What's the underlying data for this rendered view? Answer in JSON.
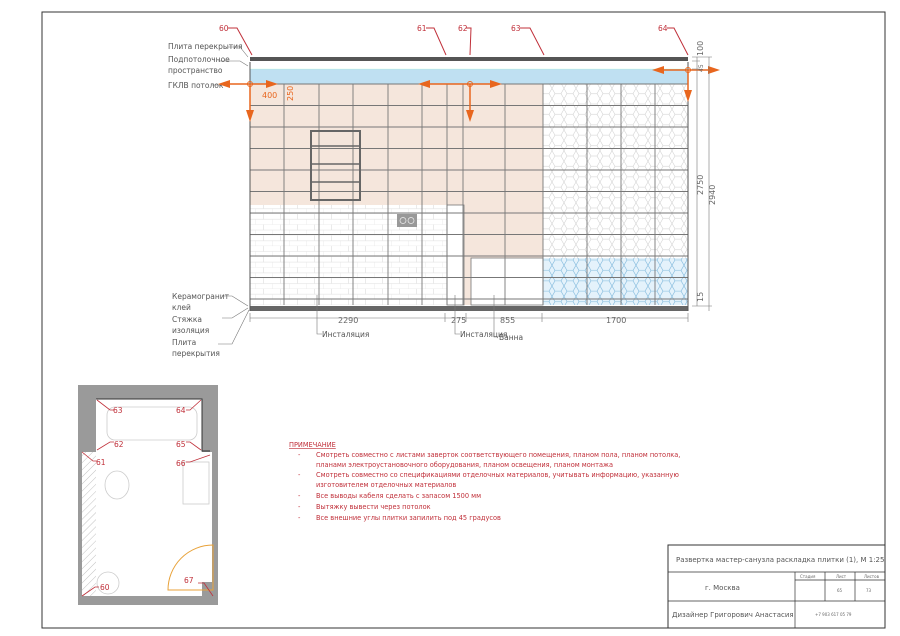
{
  "colors": {
    "accent_red": "#c0303a",
    "arrow_orange": "#e8661e",
    "tile_pink": "#f5e6dc",
    "ceiling_blue": "#bfe0f2",
    "slab_gray": "#6b6b6b"
  },
  "elevation": {
    "markers": [
      "60",
      "61",
      "62",
      "63",
      "64"
    ],
    "left_labels": [
      "Плита перекрытия",
      "Подпотолочное",
      "пространство",
      "ГКЛВ потолок"
    ],
    "bottom_labels": [
      "Керамогранит",
      "клей",
      "Стяжка",
      "изоляция",
      "Плита",
      "перекрытия"
    ],
    "tile_dims": [
      "400",
      "250"
    ],
    "horizontal_dims": [
      "2290",
      "275",
      "855",
      "1700"
    ],
    "vertical_dims": [
      "100",
      "45",
      "2750",
      "2940",
      "15"
    ],
    "callouts": [
      "Инсталяция",
      "Инсталяция",
      "Ванна"
    ]
  },
  "plan": {
    "markers": [
      "63",
      "64",
      "62",
      "65",
      "61",
      "66",
      "60",
      "67"
    ]
  },
  "notes": {
    "title": "ПРИМЕЧАНИЕ",
    "items": [
      "Смотреть совместно с листами заверток соответствующего помещения, планом пола, планом потолка,",
      "планами электроустановочного оборудования, планом освещения, планом монтажа",
      "Смотреть совместно со спецификациями отделочных материалов, учитывать информацию, указанную",
      "изготовителем отделочных материалов",
      "Все выводы кабеля сделать с запасом 1500 мм",
      "Вытяжку вывести через потолок",
      "Все внешние углы плитки запилить под 45 градусов"
    ]
  },
  "title_block": {
    "title": "Развертка мастер-санузла раскладка плитки (1), М 1:25",
    "city": "г. Москва",
    "col_headers": [
      "Стадия",
      "Лист",
      "Листов"
    ],
    "stage": "",
    "sheet": "65",
    "sheets": "73",
    "designer": "Дизайнер Григорович Анастасия",
    "phone": "+7 903 617 05 79"
  }
}
